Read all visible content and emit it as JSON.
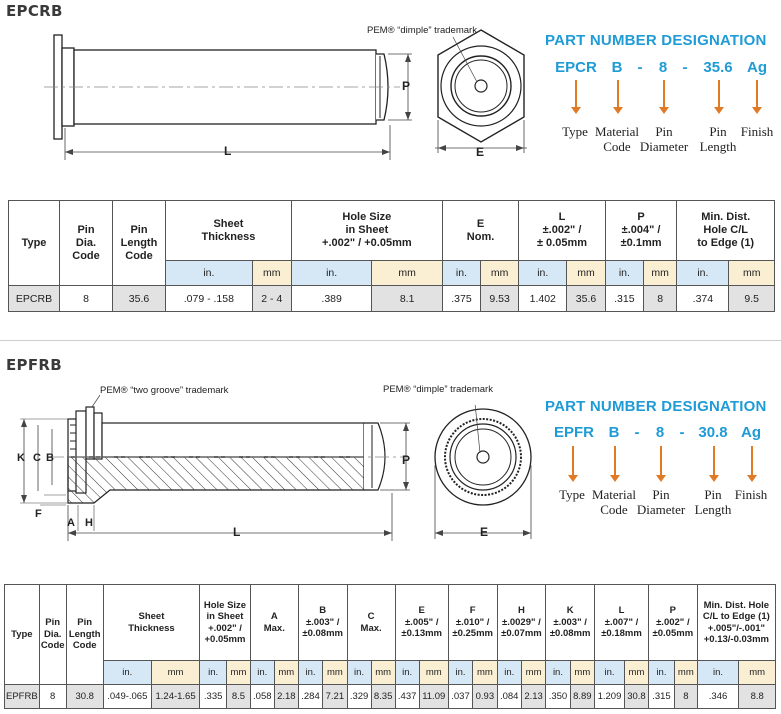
{
  "epcrb": {
    "section_title": "EPCRB",
    "trademark_note": "PEM® “dimple” trademark",
    "dim_labels": {
      "p": "P",
      "l": "L",
      "e": "E"
    },
    "pnd": {
      "title": "PART NUMBER DESIGNATION",
      "codes": [
        "EPCR",
        "B",
        "8",
        "35.6",
        "Ag"
      ],
      "separator": "-",
      "legend": [
        "Type",
        "Material\nCode",
        "Pin\nDiameter",
        "Pin\nLength",
        "Finish"
      ]
    },
    "table": {
      "headers": [
        "Type",
        "Pin\nDia.\nCode",
        "Pin\nLength\nCode",
        "Sheet\nThickness",
        "Hole Size\nin Sheet\n+.002\" / +0.05mm",
        "E\nNom.",
        "L\n±.002\" /\n± 0.05mm",
        "P\n±.004\" /\n±0.1mm",
        "Min. Dist.\nHole C/L\nto Edge (1)"
      ],
      "units": [
        "in.",
        "mm"
      ],
      "row": [
        "EPCRB",
        "8",
        "35.6",
        ".079 - .158",
        "2 - 4",
        ".389",
        "8.1",
        ".375",
        "9.53",
        "1.402",
        "35.6",
        ".315",
        "8",
        ".374",
        "9.5"
      ]
    }
  },
  "epfrb": {
    "section_title": "EPFRB",
    "trademark_groove": "PEM® “two groove” trademark",
    "trademark_note": "PEM® “dimple” trademark",
    "dim_labels": {
      "k": "K",
      "c": "C",
      "b": "B",
      "f": "F",
      "a": "A",
      "h": "H",
      "l": "L",
      "p": "P",
      "e": "E"
    },
    "pnd": {
      "title": "PART NUMBER DESIGNATION",
      "codes": [
        "EPFR",
        "B",
        "8",
        "30.8",
        "Ag"
      ],
      "separator": "-",
      "legend": [
        "Type",
        "Material\nCode",
        "Pin\nDiameter",
        "Pin\nLength",
        "Finish"
      ]
    },
    "table": {
      "headers": [
        "Type",
        "Pin\nDia.\nCode",
        "Pin\nLength\nCode",
        "Sheet\nThickness",
        "Hole Size\nin Sheet\n+.002\" /\n+0.05mm",
        "A\nMax.",
        "B\n±.003\" /\n±0.08mm",
        "C\nMax.",
        "E\n±.005\" /\n±0.13mm",
        "F\n±.010\" /\n±0.25mm",
        "H\n±.0029\" /\n±0.07mm",
        "K\n±.003\" /\n±0.08mm",
        "L\n±.007\" /\n±0.18mm",
        "P\n±.002\" /\n±0.05mm",
        "Min. Dist. Hole\nC/L to Edge (1)\n+.005\"/-.001\"\n+0.13/-0.03mm"
      ],
      "units": [
        "in.",
        "mm"
      ],
      "row": [
        "EPFRB",
        "8",
        "30.8",
        ".049-.065",
        "1.24-1.65",
        ".335",
        "8.5",
        ".058",
        "2.18",
        ".284",
        "7.21",
        ".329",
        "8.35",
        ".437",
        "11.09",
        ".037",
        "0.93",
        ".084",
        "2.13",
        ".350",
        "8.89",
        "1.209",
        "30.8",
        ".315",
        "8",
        ".346",
        "8.8"
      ]
    }
  },
  "colors": {
    "accent": "#1f9bd6",
    "arrow": "#e07a26",
    "in_cell": "#d6e7f5",
    "mm_cell": "#fbefd3"
  }
}
